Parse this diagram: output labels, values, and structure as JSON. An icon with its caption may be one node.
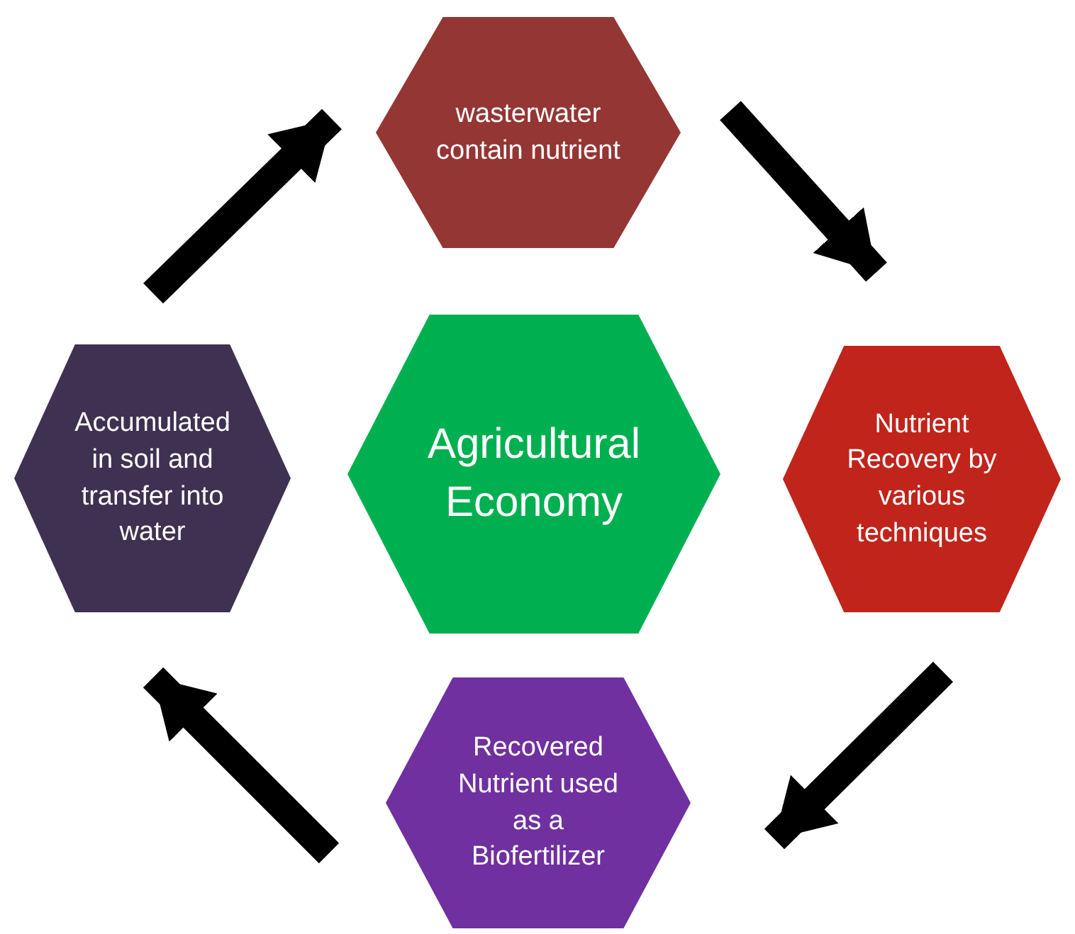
{
  "diagram": {
    "nodes": [
      {
        "text": [
          "wasterwater contain nutrient"
        ]
      },
      {
        "text": [
          "Accumulated in soil and transfer into water"
        ]
      },
      {
        "text": [
          "Agricultural Economy"
        ]
      },
      {
        "text": [
          "Nutrient Recovery by various techniques"
        ]
      },
      {
        "text": [
          "Recovered Nutrient used as a Biofertilizer"
        ]
      }
    ],
    "edges": [
      {
        "from": 0,
        "to": 3,
        "arrow": "to"
      },
      {
        "from": 3,
        "to": 4,
        "arrow": "to"
      },
      {
        "from": 4,
        "to": 1,
        "arrow": "to"
      },
      {
        "from": 1,
        "to": 0,
        "arrow": "to"
      }
    ]
  }
}
